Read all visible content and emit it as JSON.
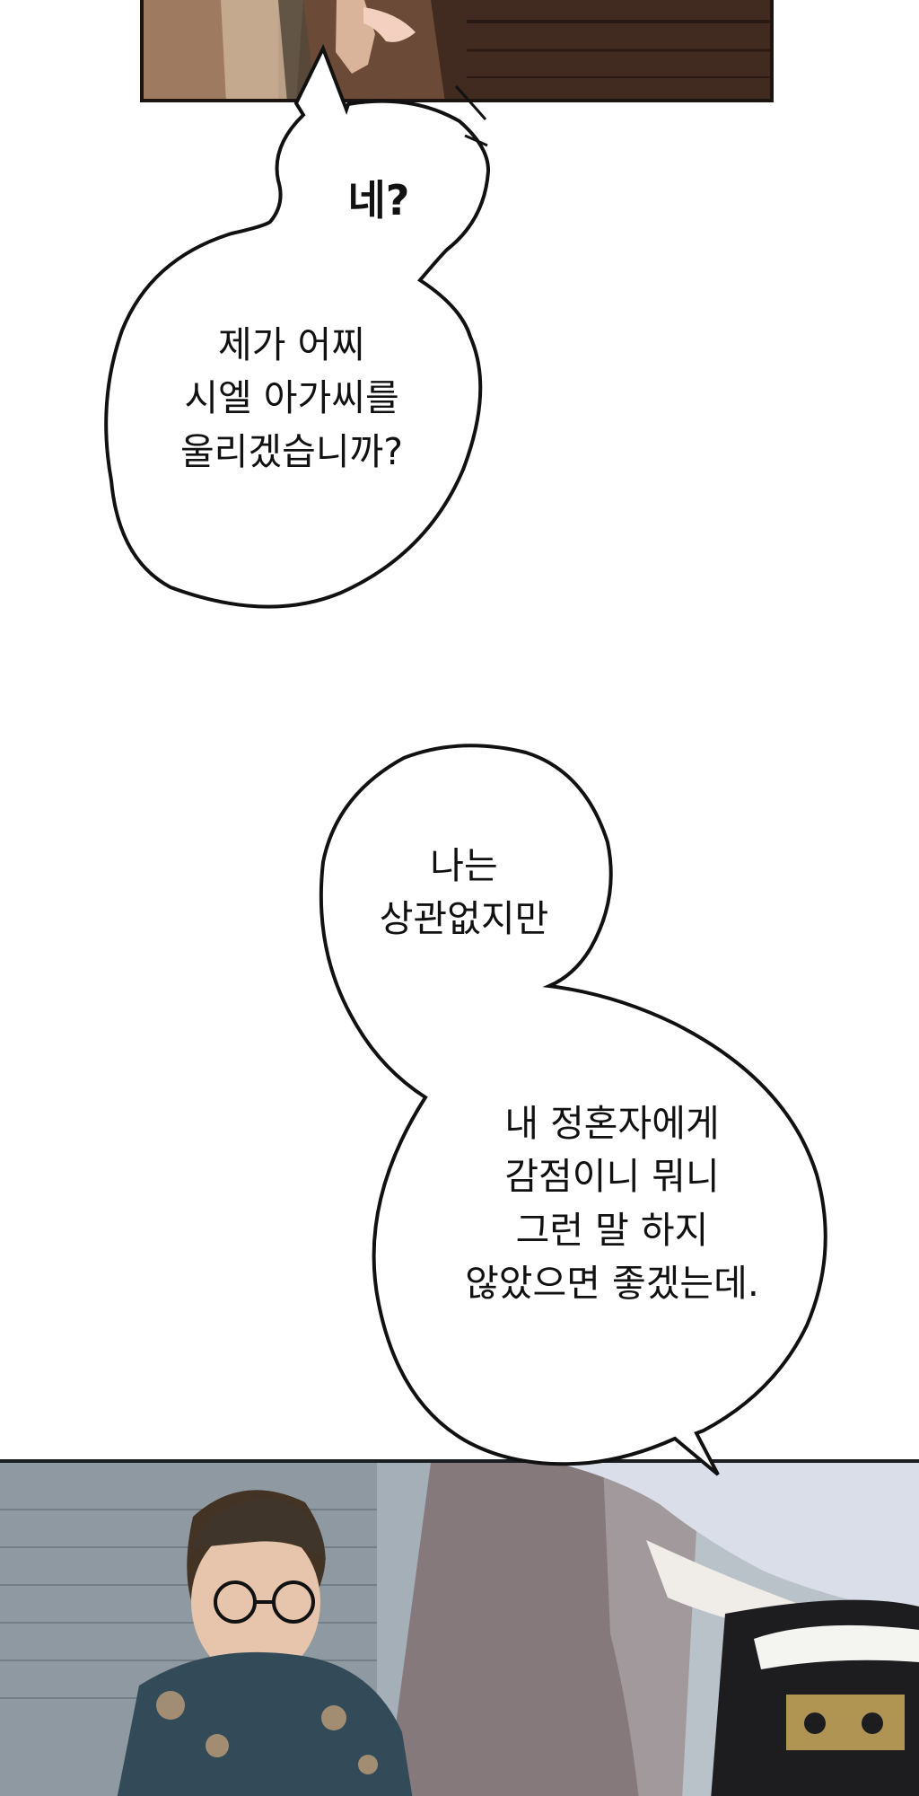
{
  "colors": {
    "page_background": "#ffffff",
    "bubble_fill": "#ffffff",
    "bubble_outline": "#111111",
    "ink": "#111111"
  },
  "top_panel": {
    "description_icons": [
      "character-hand",
      "dress-figure",
      "wood-furniture"
    ]
  },
  "bubbles": {
    "first": {
      "exclaim": "네?",
      "line": "제가 어찌\n시엘 아가씨를\n울리겠습니까?"
    },
    "second": {
      "line1": "나는\n상관없지만",
      "line2": "내 정혼자에게\n감점이니 뭐니\n그런 말 하지\n않았으면 좋겠는데."
    }
  },
  "bottom_panel": {
    "description_icons": [
      "glasses-man",
      "silver-hair-figure",
      "staircase"
    ]
  }
}
